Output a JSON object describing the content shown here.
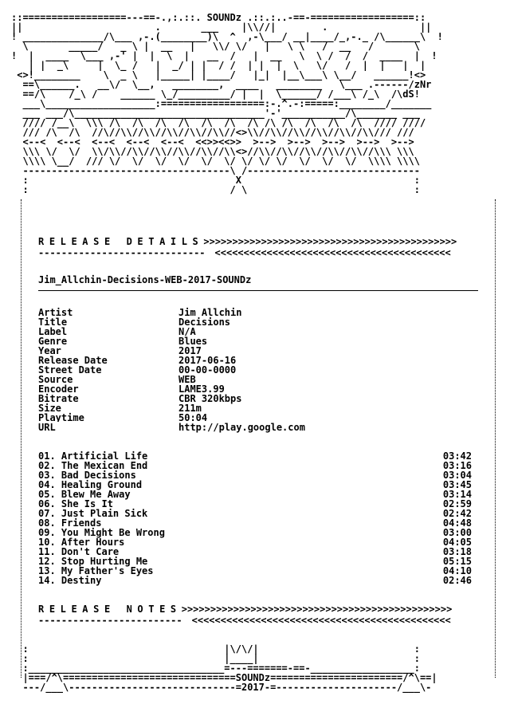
{
  "header": {
    "group_name": "SOUNDz",
    "ascii_art": [
      "::==================---==-.,:.::. SOUNDz .::.:..-==-==================::",
      "||                       .       ___    |\\\\//|        .                ||",
      "! ______________/\\___ ,-.(________)\\  ^  ,-\\___/ __|____/_,-._ /\\______\\  !",
      "  \\       _____/   _ \\ |  __   |   \\\\/ \\/   |   \\ \\   /  __   /       \\",
      "!  |  ____  \\___ ,-' |  |  \\  |   __  /   |  __   \\  \\ /  /  /  ____  |  !",
      "   | |  _\\     |  \\_ /   |  _/ | |  / /  | |  |  \\   \\/   /  |  |   |  |",
      " <>!________    \\  _ \\   |_____| |____/   |_|  |__\\___\\ \\__/   ______!<>",
      "  ==\\______.   __\\/  \\__,   ________,  ____   ________   \\___ .------/zNr",
      "  ==/\\    /_\\ /    ______ \\_/_________/ |  |  \\______/ /___\\ /_\\  /\\dS!",
      "  ___\\___________________:==================:-.^.-:=====:________/_______",
      "  ___ ___/\\_________________________________'-'___________/\\_______ ___",
      "  //// /__\\  \\\\\\ /\\  /\\  /\\  /\\  /\\  /\\  /\\ /\\ /\\  /\\  /\\  /\\  //// ////",
      "  /// /\\  /\\  //\\//\\\\//\\\\//\\\\//\\\\//\\\\//<>\\\\//\\\\//\\\\//\\\\//\\\\//\\\\/// ///",
      "  <--<  <--<  <--<  <--<  <--<  <<>><<>>  >-->  >-->  >-->  >-->  >-->",
      "  \\\\\\ \\/  \\/  \\\\/\\\\//\\\\//\\\\//\\\\//\\\\//\\\\<>//\\\\//\\\\//\\\\//\\\\//\\\\//\\\\\\ \\\\\\",
      "  \\\\\\\\ \\__/  /// \\/  \\/  \\/  \\/  \\/  \\/ \\/ \\/ \\/  \\/  \\/  \\/  \\\\\\\\ \\\\\\\\",
      "  ------------------------------------\\ /------------------------------",
      "  :                                    X                              :",
      "  :                                   / \\                             :"
    ]
  },
  "release_details": {
    "title": "RELEASE DETAILS",
    "arrows_right": ">>>>>>>>>>>>>>>>>>>>>>>>>>>>>>>>>>>>>>>>>>>>",
    "arrows_left": "<<<<<<<<<<<<<<<<<<<<<<<<<<<<<<<<<<<<<<<<<",
    "underline": "-----------------------------",
    "release_name": "Jim_Allchin-Decisions-WEB-2017-SOUNDz",
    "fields": [
      {
        "label": "Artist",
        "value": "Jim Allchin"
      },
      {
        "label": "Title",
        "value": "Decisions"
      },
      {
        "label": "Label",
        "value": "N/A"
      },
      {
        "label": "Genre",
        "value": "Blues"
      },
      {
        "label": "Year",
        "value": "2017"
      },
      {
        "label": "Release Date",
        "value": "2017-06-16"
      },
      {
        "label": "Street Date",
        "value": "00-00-0000"
      },
      {
        "label": "Source",
        "value": "WEB"
      },
      {
        "label": "Encoder",
        "value": "LAME3.99"
      },
      {
        "label": "Bitrate",
        "value": "CBR 320kbps"
      },
      {
        "label": "Size",
        "value": "211m"
      },
      {
        "label": "Playtime",
        "value": "50:04"
      },
      {
        "label": "URL",
        "value": "http://play.google.com"
      }
    ]
  },
  "tracks": [
    {
      "title": "01. Artificial Life",
      "time": "03:42"
    },
    {
      "title": "02. The Mexican End",
      "time": "03:16"
    },
    {
      "title": "03. Bad Decisions",
      "time": "03:04"
    },
    {
      "title": "04. Healing Ground",
      "time": "03:45"
    },
    {
      "title": "05. Blew Me Away",
      "time": "03:14"
    },
    {
      "title": "06. She Is It",
      "time": "02:59"
    },
    {
      "title": "07. Just Plain Sick",
      "time": "02:42"
    },
    {
      "title": "08. Friends",
      "time": "04:48"
    },
    {
      "title": "09. You Might Be Wrong",
      "time": "03:00"
    },
    {
      "title": "10. After Hours",
      "time": "04:05"
    },
    {
      "title": "11. Don't Care",
      "time": "03:18"
    },
    {
      "title": "12. Stop Hurting Me",
      "time": "05:15"
    },
    {
      "title": "13. My Father's Eyes",
      "time": "04:10"
    },
    {
      "title": "14. Destiny",
      "time": "02:46"
    }
  ],
  "release_notes": {
    "title": "RELEASE NOTES",
    "arrows_right": ">>>>>>>>>>>>>>>>>>>>>>>>>>>>>>>>>>>>>>>>>>>>>>>",
    "arrows_left": "<<<<<<<<<<<<<<<<<<<<<<<<<<<<<<<<<<<<<<<<<<<<<",
    "underline": "-------------------------"
  },
  "footer": {
    "group_name": "SOUNDz",
    "year": "2017",
    "ascii_art": [
      "  :                                  |\\/\\/|                           :",
      "  :                                  |____|                           :",
      "  :__________________________________=---=======-==-__________________:",
      "  |===/^\\==============================SOUNDz=======================/^\\==|",
      "  ---/___\\-----------------------------=2017-=---------------------/___\\-"
    ]
  }
}
